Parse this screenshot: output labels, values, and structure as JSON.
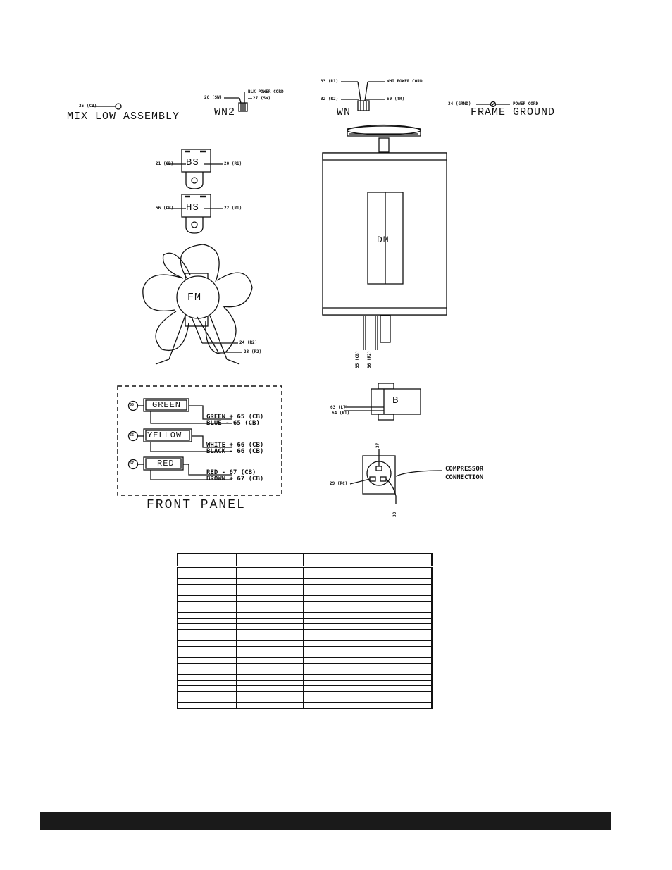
{
  "labels": {
    "mix_low_wire": "25 (CB)",
    "mix_low_title": "MIX LOW ASSEMBLY",
    "wn2_wire_26": "26 (SW)",
    "wn2_blk": "BLK POWER CORD",
    "wn2_wire_27": "27 (SW)",
    "wn2_title": "WN2",
    "wn_wire_33": "33 (R1)",
    "wn_wht": "WHT POWER CORD",
    "wn_wire_32": "32 (R2)",
    "wn_wire_59": "59 (TR)",
    "wn_title": "WN",
    "fg_wire_34": "34 (GRND)",
    "fg_power": "POWER CORD",
    "fg_title": "FRAME GROUND",
    "bs_left": "21 (CB)",
    "bs_name": "BS",
    "bs_right": "20 (R1)",
    "hs_left": "56 (CB)",
    "hs_name": "HS",
    "hs_right": "22 (R1)",
    "fm_name": "FM",
    "fm_wire_24": "24 (R2)",
    "fm_wire_23": "23 (R2)",
    "dm_name": "DM",
    "dm_wire_35": "35 (CB)",
    "dm_wire_36": "36 (R2)",
    "b_name": "B",
    "b_wire_63": "63 (LT)",
    "b_wire_64": "64 (R1)",
    "comp_wire_37": "37",
    "comp_wire_29": "29 (RC)",
    "comp_wire_38": "38",
    "comp_label_1": "COMPRESSOR",
    "comp_label_2": "CONNECTION",
    "fp_title": "FRONT PANEL",
    "fp_green_num": "65",
    "fp_green": "GREEN",
    "fp_green_plus": "GREEN + 65 (CB)",
    "fp_blue_minus": "BLUE - 65 (CB)",
    "fp_yellow_num": "66",
    "fp_yellow": "YELLOW",
    "fp_white_plus": "WHITE + 66 (CB)",
    "fp_black_minus": "BLACK - 66 (CB)",
    "fp_red_num": "67",
    "fp_red": "RED",
    "fp_red_minus": "RED - 67 (CB)",
    "fp_brown_plus": "BROWN + 67 (CB)"
  },
  "table": {
    "headers": [
      "",
      "",
      ""
    ],
    "row_count": 25
  }
}
